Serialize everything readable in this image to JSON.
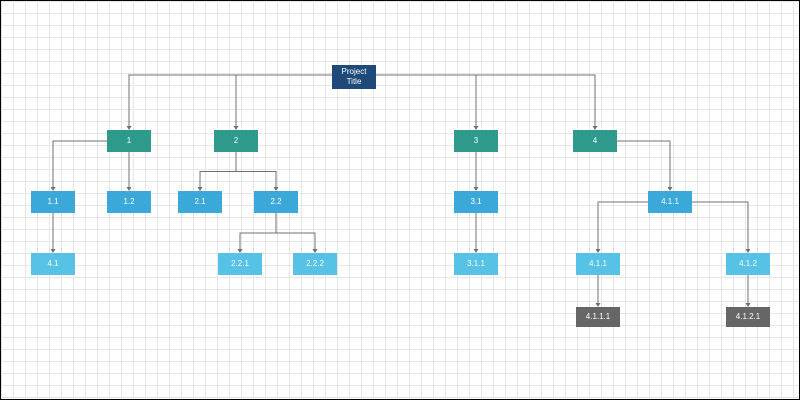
{
  "colors": {
    "root": "#1e4a7a",
    "level1": "#2e9a8c",
    "level2": "#3aa8d8",
    "level3": "#56c2e6",
    "level4": "#666666",
    "connector": "#707070"
  },
  "nodes": [
    {
      "id": "root",
      "label": "Project\nTitle",
      "level": 0,
      "parent": null
    },
    {
      "id": "n1",
      "label": "1",
      "level": 1,
      "parent": "root"
    },
    {
      "id": "n2",
      "label": "2",
      "level": 1,
      "parent": "root"
    },
    {
      "id": "n3",
      "label": "3",
      "level": 1,
      "parent": "root"
    },
    {
      "id": "n4",
      "label": "4",
      "level": 1,
      "parent": "root"
    },
    {
      "id": "n1_1",
      "label": "1.1",
      "level": 2,
      "parent": "n1"
    },
    {
      "id": "n1_2",
      "label": "1.2",
      "level": 2,
      "parent": "n1"
    },
    {
      "id": "n2_1",
      "label": "2.1",
      "level": 2,
      "parent": "n2"
    },
    {
      "id": "n2_2",
      "label": "2.2",
      "level": 2,
      "parent": "n2"
    },
    {
      "id": "n3_1",
      "label": "3.1",
      "level": 2,
      "parent": "n3"
    },
    {
      "id": "n4_1_1",
      "label": "4.1.1",
      "level": 2,
      "parent": "n4"
    },
    {
      "id": "n4_1",
      "label": "4.1",
      "level": 3,
      "parent": "n1_1"
    },
    {
      "id": "n2_2_1",
      "label": "2.2.1",
      "level": 3,
      "parent": "n2_2"
    },
    {
      "id": "n2_2_2",
      "label": "2.2.2",
      "level": 3,
      "parent": "n2_2"
    },
    {
      "id": "n3_1_1",
      "label": "3.1.1",
      "level": 3,
      "parent": "n3_1"
    },
    {
      "id": "n4_1_1_a",
      "label": "4.1.1",
      "level": 3,
      "parent": "n4_1_1"
    },
    {
      "id": "n4_1_2",
      "label": "4.1.2",
      "level": 3,
      "parent": "n4_1_1"
    },
    {
      "id": "n4_1_1_1",
      "label": "4.1.1.1",
      "level": 4,
      "parent": "n4_1_1_a"
    },
    {
      "id": "n4_1_2_1",
      "label": "4.1.2.1",
      "level": 4,
      "parent": "n4_1_2"
    }
  ]
}
